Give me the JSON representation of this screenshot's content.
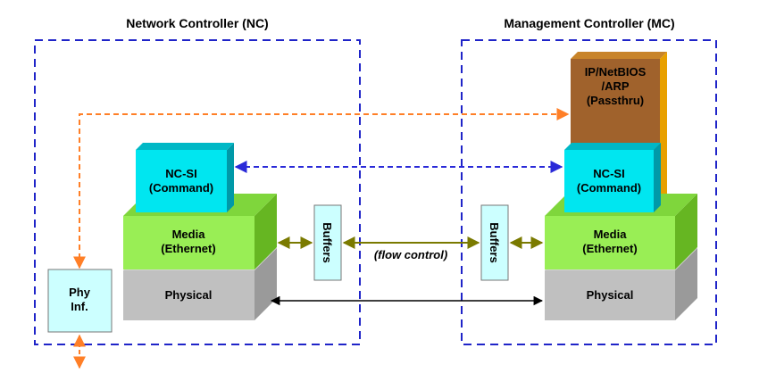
{
  "nc": {
    "title": "Network Controller (NC)",
    "ncsi": [
      "NC-SI",
      "(Command)"
    ],
    "media": [
      "Media",
      "(Ethernet)"
    ],
    "physical": "Physical",
    "phy": [
      "Phy",
      "Inf."
    ],
    "buffers": "Buffers"
  },
  "mc": {
    "title": "Management Controller (MC)",
    "passthru": [
      "IP/NetBIOS",
      "/ARP",
      "(Passthru)"
    ],
    "ncsi": [
      "NC-SI",
      "(Command)"
    ],
    "media": [
      "Media",
      "(Ethernet)"
    ],
    "physical": "Physical",
    "buffers": "Buffers"
  },
  "flow_control": "(flow control)",
  "colors": {
    "boundary": "#1f24c8",
    "passthru_arrow": "#ff7f27",
    "command_arrow": "#2a2ad8",
    "flow_arrow": "#7a7a00",
    "physical_arrow": "#000000",
    "ncsi_face": "#00e6f0",
    "media_face": "#99ee55",
    "physical_face": "#c0c0c0",
    "passthru_face": "#a0622c",
    "passthru_side": "#e8a000",
    "phy_face": "#ccffff"
  }
}
